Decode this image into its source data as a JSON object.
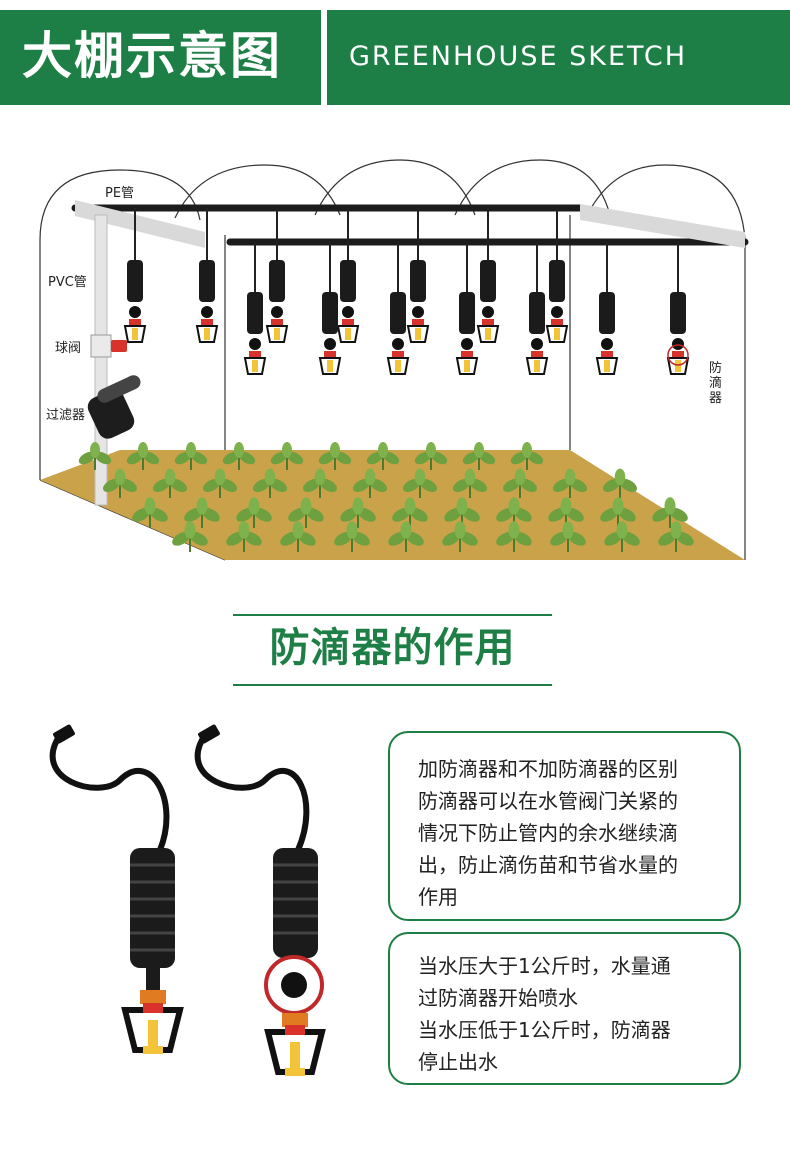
{
  "header": {
    "title_cn": "大棚示意图",
    "title_en": "GREENHOUSE SKETCH"
  },
  "sketch_labels": {
    "pe_pipe": "PE管",
    "pvc_pipe": "PVC管",
    "ball_valve": "球阀",
    "filter": "过滤器",
    "anti_drip": [
      "防",
      "滴",
      "器"
    ]
  },
  "section": {
    "title": "防滴器的作用"
  },
  "info_boxes": [
    {
      "lines": [
        "加防滴器和不加防滴器的区别",
        "防滴器可以在水管阀门关紧的",
        "情况下防止管内的余水继续滴",
        "出，防止滴伤苗和节省水量的",
        "作用"
      ]
    },
    {
      "lines": [
        "当水压大于1公斤时，水量通",
        "过防滴器开始喷水",
        "当水压低于1公斤时，防滴器",
        "停止出水"
      ]
    }
  ],
  "colors": {
    "brand_green": "#1e7f46",
    "soil": "#c9a24a",
    "leaf": "#6fa040",
    "sprinkler_red": "#d9322a",
    "sprinkler_yellow": "#f3c43a",
    "highlight_circle": "#c0282a"
  },
  "icons": {
    "hanging_sprinkler": "hanging-sprinkler-icon",
    "plant": "seedling-icon",
    "filter": "disc-filter-icon",
    "valve": "ball-valve-icon"
  }
}
